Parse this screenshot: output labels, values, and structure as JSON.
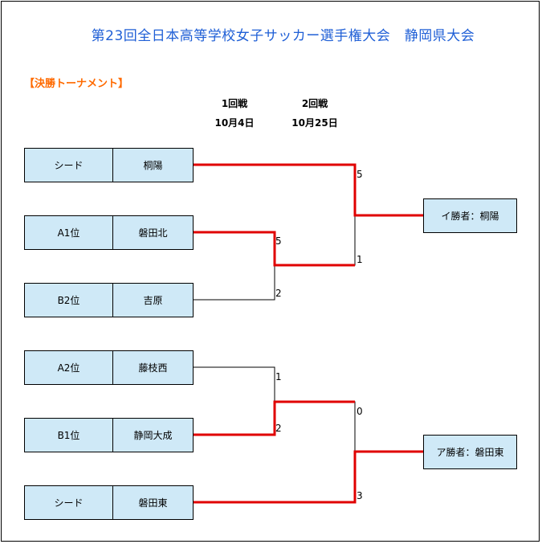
{
  "title": "第23回全日本高等学校女子サッカー選手権大会　静岡県大会",
  "subtitle": "【決勝トーナメント】",
  "rounds": [
    {
      "name": "1回戦",
      "date": "10月4日"
    },
    {
      "name": "2回戦",
      "date": "10月25日"
    }
  ],
  "entries": [
    {
      "seed": "シード",
      "team": "桐陽"
    },
    {
      "seed": "A1位",
      "team": "磐田北"
    },
    {
      "seed": "B2位",
      "team": "吉原"
    },
    {
      "seed": "A2位",
      "team": "藤枝西"
    },
    {
      "seed": "B1位",
      "team": "静岡大成"
    },
    {
      "seed": "シード",
      "team": "磐田東"
    }
  ],
  "scores": {
    "r1_top_winner": "5",
    "r1_top_loser": "2",
    "r1_bottom_loser": "1",
    "r1_bottom_winner": "2",
    "r2_top_winner": "5",
    "r2_top_loser": "1",
    "r2_bottom_loser": "0",
    "r2_bottom_winner": "3"
  },
  "winners": [
    "イ勝者：桐陽",
    "ア勝者：磐田東"
  ],
  "colors": {
    "win_line": "#e00000",
    "lose_line": "#000000",
    "box_fill": "#cfe9f7",
    "title": "#1f5fd6",
    "subtitle": "#ff6a00"
  }
}
